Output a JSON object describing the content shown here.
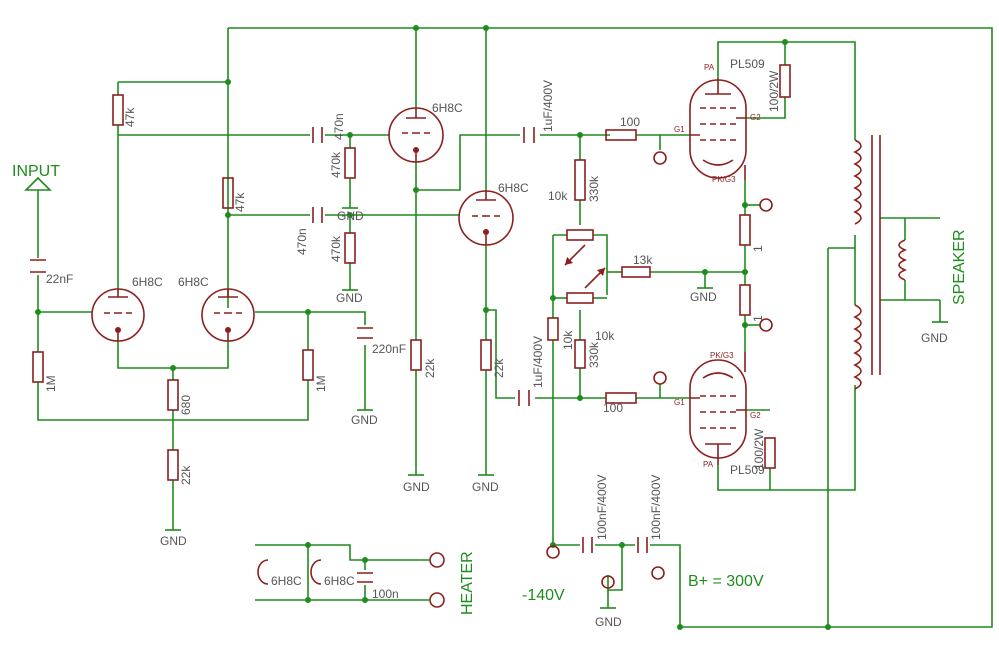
{
  "labels": {
    "input": "INPUT",
    "speaker": "SPEAKER",
    "heater": "HEATER",
    "b_minus": "-140V",
    "b_plus": "B+ = 300V",
    "gnd": "GND"
  },
  "tubes": {
    "v1": "6H8C",
    "v2": "6H8C",
    "v3": "6H8C",
    "v4": "6H8C",
    "heater1": "6H8C",
    "heater2": "6H8C",
    "out_top": "PL509",
    "out_bottom": "PL509"
  },
  "pins": {
    "pa": "PA",
    "g1": "G1",
    "g2": "G2",
    "pk_g3": "PK/G3"
  },
  "components": {
    "r_47k_a": "47k",
    "r_47k_b": "47k",
    "c_470n_a": "470n",
    "c_470n_b": "470n",
    "r_470k_a": "470k",
    "r_470k_b": "470k",
    "c_22nF": "22nF",
    "c_220nF": "220nF",
    "r_1M_a": "1M",
    "r_1M_b": "1M",
    "r_680": "680",
    "r_22k_tail": "22k",
    "r_22k_a": "22k",
    "r_22k_b": "22k",
    "c_1uF_top": "1uF/400V",
    "c_1uF_bottom": "1uF/400V",
    "r_100_top": "100",
    "r_100_bottom": "100",
    "r_330k_top": "330k",
    "r_330k_bottom": "330k",
    "pot_10k_a": "10k",
    "pot_10k_b": "10k",
    "r_10k": "10k",
    "r_13k": "13k",
    "r_1_top": "1",
    "r_1_bottom": "1",
    "r_100_2W_top": "100/2W",
    "r_100_2W_bottom": "100/2W",
    "c_100nF_a": "100nF/400V",
    "c_100nF_b": "100nF/400V",
    "c_100n": "100n"
  }
}
